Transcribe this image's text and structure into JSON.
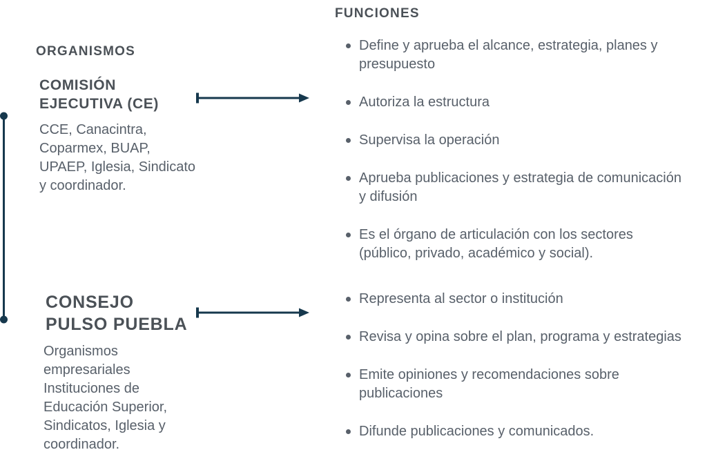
{
  "colors": {
    "accent_line": "#16384d",
    "heading_text": "#4b5157",
    "body_text": "#58606a",
    "background": "#ffffff"
  },
  "columns": {
    "organisms_header": "ORGANISMOS",
    "functions_header": "FUNCIONES"
  },
  "organisms": [
    {
      "title_lines": [
        "COMISIÓN",
        "EJECUTIVA (CE)"
      ],
      "description_lines": [
        "CCE, Canacintra,",
        "Coparmex, BUAP,",
        "UPAEP, Iglesia, Sindicato",
        "y coordinador."
      ]
    },
    {
      "title_lines": [
        "CONSEJO",
        "PULSO PUEBLA"
      ],
      "description_lines": [
        "Organismos",
        "empresariales",
        "Instituciones de",
        "Educación Superior,",
        "Sindicatos, Iglesia y",
        "coordinador."
      ]
    }
  ],
  "functions": [
    {
      "items": [
        "Define y aprueba el alcance, estrategia, planes y presupuesto",
        "Autoriza la estructura",
        "Supervisa la operación",
        "Aprueba publicaciones y estrategia de comunicación y difusión",
        "Es el órgano de articulación con los sectores (público, privado, académico y social)."
      ]
    },
    {
      "items": [
        "Representa al sector o institución",
        "Revisa y opina sobre el plan, programa y estrategias",
        "Emite opiniones y recomendaciones sobre publicaciones",
        "Difunde publicaciones y comunicados."
      ]
    }
  ]
}
